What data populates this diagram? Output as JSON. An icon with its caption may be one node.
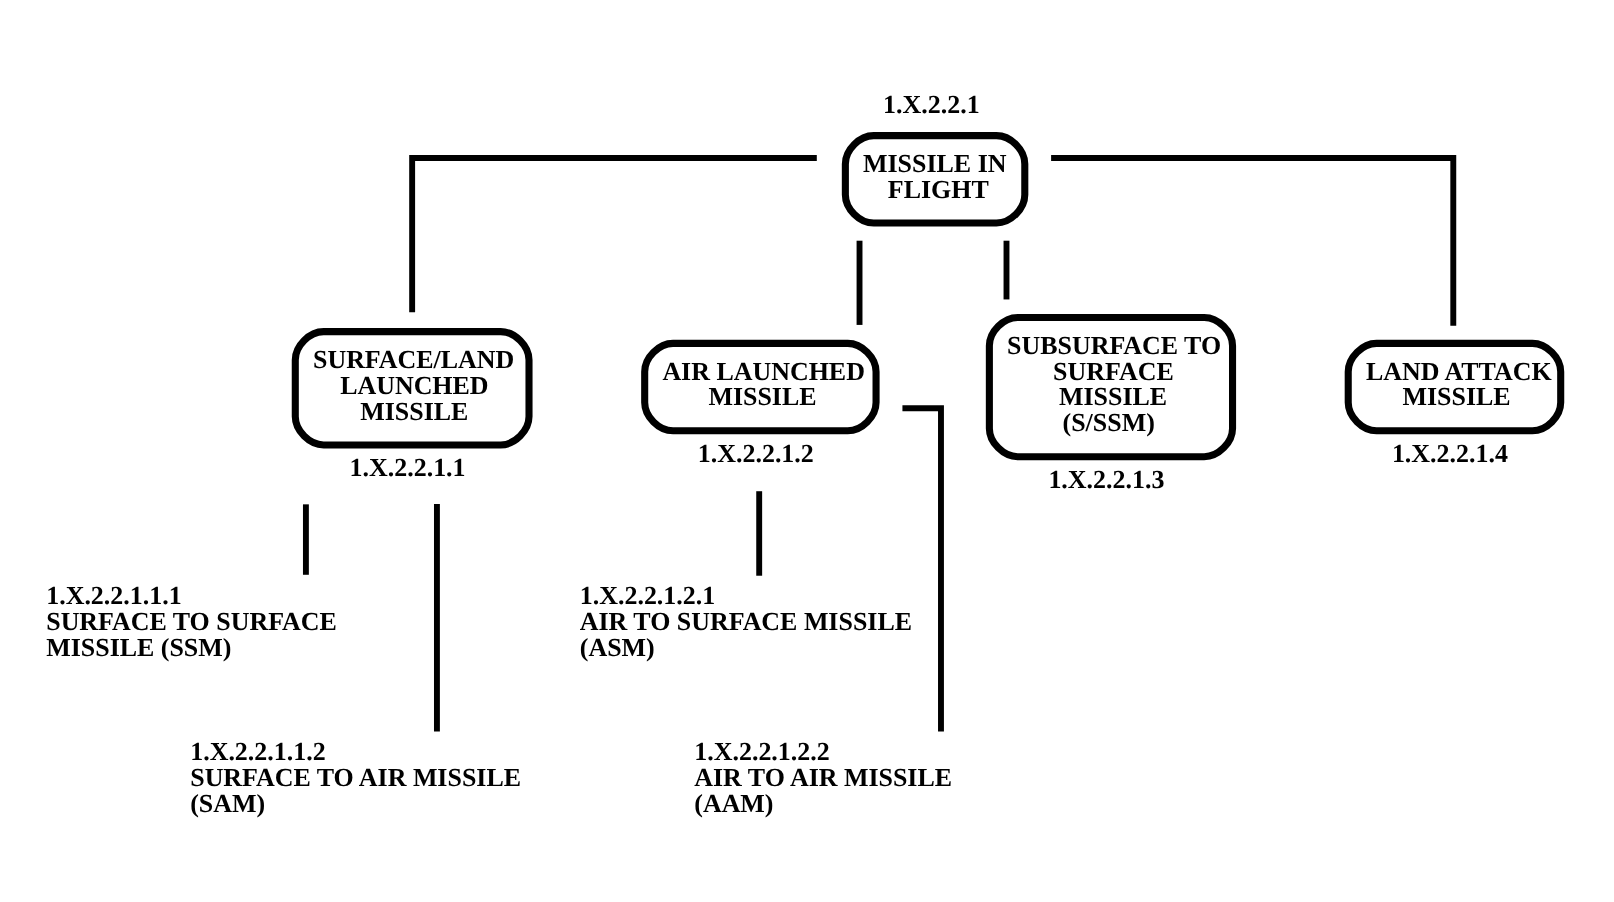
{
  "diagram": {
    "nodes": [
      {
        "text": [
          "MISSILE IN FLIGHT"
        ],
        "beside": [
          "1.X.2.2.1"
        ]
      },
      {
        "text": [
          "SURFACE/LAND LAUNCHED MISSILE"
        ],
        "beside": [
          "1.X.2.2.1.1"
        ]
      },
      {
        "text": [
          "AIR LAUNCHED MISSILE"
        ],
        "beside": [
          "1.X.2.2.1.2"
        ]
      },
      {
        "text": [
          "SUBSURFACE TO SURFACE MISSILE (S/SSM)"
        ],
        "beside": [
          "1.X.2.2.1.3"
        ]
      },
      {
        "text": [
          "LAND ATTACK MISSILE"
        ],
        "beside": [
          "1.X.2.2.1.4"
        ]
      },
      {
        "text": [
          "1.X.2.2.1.1.1",
          "SURFACE TO SURFACE MISSILE (SSM)"
        ]
      },
      {
        "text": [
          "1.X.2.2.1.1.2",
          "SURFACE TO AIR MISSILE (SAM)"
        ]
      },
      {
        "text": [
          "1.X.2.2.1.2.1",
          "AIR TO SURFACE MISSILE (ASM)"
        ]
      },
      {
        "text": [
          "1.X.2.2.1.2.2",
          "AIR TO AIR MISSILE (AAM)"
        ]
      }
    ],
    "edges": [
      {
        "from": 0,
        "to": 1,
        "arrow": "none"
      },
      {
        "from": 0,
        "to": 2,
        "arrow": "none"
      },
      {
        "from": 0,
        "to": 3,
        "arrow": "none"
      },
      {
        "from": 0,
        "to": 4,
        "arrow": "none"
      },
      {
        "from": 1,
        "to": 5,
        "arrow": "none"
      },
      {
        "from": 1,
        "to": 6,
        "arrow": "none"
      },
      {
        "from": 2,
        "to": 7,
        "arrow": "none"
      },
      {
        "from": 2,
        "to": 8,
        "arrow": "none"
      }
    ]
  }
}
